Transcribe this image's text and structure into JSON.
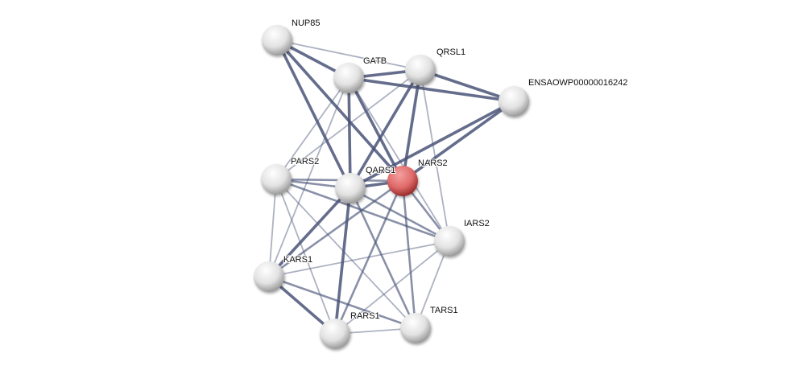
{
  "network": {
    "query_node": "NARS2",
    "colors": {
      "edge": "#4a5478",
      "node": "#e8e8e8",
      "query_node": "#d95c5c"
    },
    "nodes": [
      {
        "id": "NUP85",
        "label": "NUP85"
      },
      {
        "id": "GATB",
        "label": "GATB"
      },
      {
        "id": "QRSL1",
        "label": "QRSL1"
      },
      {
        "id": "ENSAOWP00000016242",
        "label": "ENSAOWP00000016242"
      },
      {
        "id": "PARS2",
        "label": "PARS2"
      },
      {
        "id": "QARS1",
        "label": "QARS1"
      },
      {
        "id": "NARS2",
        "label": "NARS2"
      },
      {
        "id": "IARS2",
        "label": "IARS2"
      },
      {
        "id": "KARS1",
        "label": "KARS1"
      },
      {
        "id": "RARS1",
        "label": "RARS1"
      },
      {
        "id": "TARS1",
        "label": "TARS1"
      }
    ],
    "edges": [
      [
        "NUP85",
        "GATB",
        3
      ],
      [
        "NUP85",
        "QARS1",
        3
      ],
      [
        "NUP85",
        "NARS2",
        3
      ],
      [
        "NUP85",
        "QRSL1",
        1
      ],
      [
        "GATB",
        "QRSL1",
        3
      ],
      [
        "GATB",
        "ENSAOWP00000016242",
        3
      ],
      [
        "GATB",
        "QARS1",
        3
      ],
      [
        "GATB",
        "NARS2",
        3
      ],
      [
        "GATB",
        "PARS2",
        1
      ],
      [
        "GATB",
        "KARS1",
        1
      ],
      [
        "GATB",
        "IARS2",
        1
      ],
      [
        "QRSL1",
        "ENSAOWP00000016242",
        3
      ],
      [
        "QRSL1",
        "QARS1",
        3
      ],
      [
        "QRSL1",
        "NARS2",
        3
      ],
      [
        "QRSL1",
        "PARS2",
        1
      ],
      [
        "QRSL1",
        "IARS2",
        1
      ],
      [
        "ENSAOWP00000016242",
        "NARS2",
        3
      ],
      [
        "ENSAOWP00000016242",
        "QARS1",
        3
      ],
      [
        "PARS2",
        "QARS1",
        2
      ],
      [
        "PARS2",
        "NARS2",
        2
      ],
      [
        "PARS2",
        "IARS2",
        2
      ],
      [
        "PARS2",
        "KARS1",
        1
      ],
      [
        "PARS2",
        "RARS1",
        1
      ],
      [
        "PARS2",
        "TARS1",
        1
      ],
      [
        "QARS1",
        "NARS2",
        3
      ],
      [
        "QARS1",
        "IARS2",
        2
      ],
      [
        "QARS1",
        "KARS1",
        3
      ],
      [
        "QARS1",
        "RARS1",
        3
      ],
      [
        "QARS1",
        "TARS1",
        2
      ],
      [
        "NARS2",
        "IARS2",
        2
      ],
      [
        "NARS2",
        "KARS1",
        2
      ],
      [
        "NARS2",
        "RARS1",
        2
      ],
      [
        "NARS2",
        "TARS1",
        2
      ],
      [
        "IARS2",
        "KARS1",
        1
      ],
      [
        "IARS2",
        "RARS1",
        1
      ],
      [
        "IARS2",
        "TARS1",
        1
      ],
      [
        "KARS1",
        "RARS1",
        3
      ],
      [
        "KARS1",
        "TARS1",
        2
      ],
      [
        "RARS1",
        "TARS1",
        1
      ]
    ]
  }
}
